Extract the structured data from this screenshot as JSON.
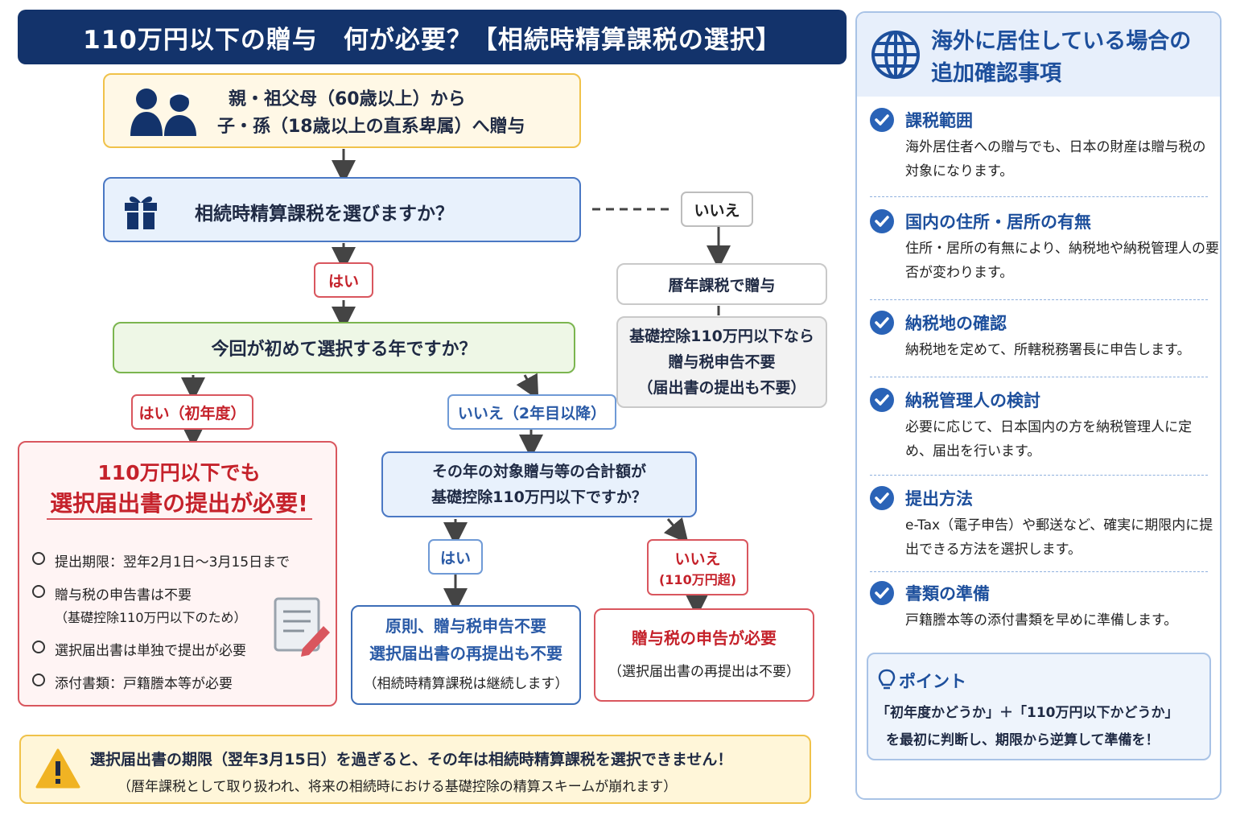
{
  "title": "110万円以下の贈与　何が必要？【相続時精算課税の選択】",
  "start": {
    "line1": "親・祖父母（60歳以上）から",
    "line2": "子・孫（18歳以上の直系卑属）へ贈与",
    "icon": "people-icon"
  },
  "question1": {
    "text": "相続時精算課税を選びますか？",
    "icon": "gift-icon"
  },
  "labels": {
    "yes": "はい",
    "no": "いいえ",
    "yes_first": "はい（初年度）",
    "no_second": "いいえ（2年目以降）",
    "yes2": "はい",
    "no_over_main": "いいえ",
    "no_over_sub": "(110万円超)"
  },
  "calendar_box": {
    "text": "暦年課税で贈与"
  },
  "calendar_result": {
    "line1": "基礎控除110万円以下なら",
    "line2": "贈与税申告不要",
    "line3": "（届出書の提出も不要）"
  },
  "question2": {
    "text": "今回が初めて選択する年ですか？"
  },
  "first_year": {
    "heading1": "110万円以下でも",
    "heading2": "選択届出書の提出が必要!",
    "items": [
      "提出期限：翌年2月1日〜3月15日まで",
      "贈与税の申告書は不要",
      "（基礎控除110万円以下のため）",
      "選択届出書は単独で提出が必要",
      "添付書類：戸籍謄本等が必要"
    ],
    "doc_icon": "document-pen-icon"
  },
  "question3": {
    "line1": "その年の対象贈与等の合計額が",
    "line2": "基礎控除110万円以下ですか？"
  },
  "result_yes": {
    "line1": "原則、贈与税申告不要",
    "line2": "選択届出書の再提出も不要",
    "line3": "（相続時精算課税は継続します）"
  },
  "result_no": {
    "line1": "贈与税の申告が必要",
    "line2": "（選択届出書の再提出は不要）"
  },
  "warning": {
    "line1": "選択届出書の期限（翌年3月15日）を過ぎると、その年は相続時精算課税を選択できません！",
    "line2": "（暦年課税として取り扱われ、将来の相続時における基礎控除の精算スキームが崩れます）",
    "icon": "warning-icon"
  },
  "side": {
    "title_line1": "海外に居住している場合の",
    "title_line2": "追加確認事項",
    "icon": "globe-icon",
    "items": [
      {
        "title": "課税範囲",
        "body": "海外居住者への贈与でも、日本の財産は贈与税の対象になります。"
      },
      {
        "title": "国内の住所・居所の有無",
        "body": "住所・居所の有無により、納税地や納税管理人の要否が変わります。"
      },
      {
        "title": "納税地の確認",
        "body": "納税地を定めて、所轄税務署長に申告します。"
      },
      {
        "title": "納税管理人の検討",
        "body": "必要に応じて、日本国内の方を納税管理人に定め、届出を行います。"
      },
      {
        "title": "提出方法",
        "body": "e-Tax（電子申告）や郵送など、確実に期限内に提出できる方法を選択します。"
      },
      {
        "title": "書類の準備",
        "body": "戸籍謄本等の添付書類を早めに準備します。"
      }
    ],
    "point": {
      "title": "ポイント",
      "line1": "「初年度かどうか」＋「110万円以下かどうか」",
      "line2": "を最初に判断し、期限から逆算して準備を！",
      "icon": "lightbulb-icon"
    }
  },
  "colors": {
    "navy": "#13336b",
    "red": "#c5222b",
    "blue": "#2a5aa6",
    "yellow_border": "#f0c24a",
    "green_border": "#7bb54f"
  }
}
